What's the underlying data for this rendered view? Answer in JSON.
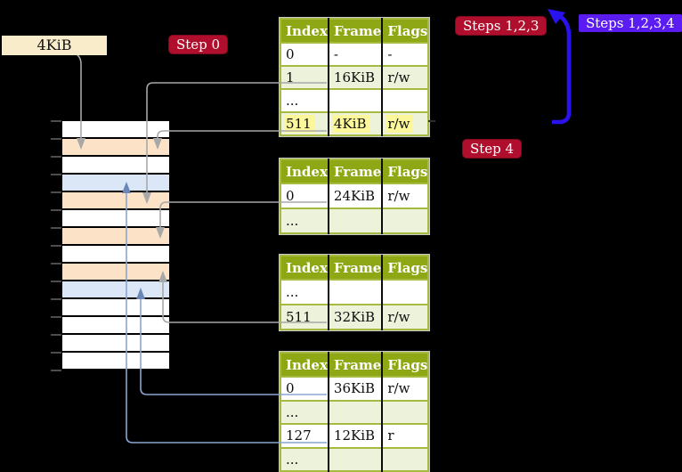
{
  "pointer_label": {
    "text": "4KiB"
  },
  "badges": {
    "step0": "Step 0",
    "steps123": "Steps 1,2,3",
    "steps1234": "Steps 1,2,3,4",
    "step4": "Step 4"
  },
  "colors": {
    "badge_red": "#b00e2d",
    "badge_violet": "#5b1cf2",
    "arrow_blue": "#2a12ee",
    "connector_gray": "#a8a8a8",
    "connector_blue": "#8aa5cf",
    "connector_blue_head": "#6a87b5",
    "table_header_bg": "#8ea714",
    "table_border": "#a5ba3e",
    "row_shade": "#edf2da",
    "highlight_yellow": "#fcf79b",
    "frame_page_table": "#fce3c7",
    "frame_mapped_page": "#dbe6f6",
    "frame_free": "#ffffff",
    "pointer_label_bg": "#f9ecca"
  },
  "memory_column": {
    "row_types": [
      "free",
      "page_table",
      "free",
      "mapped_page",
      "page_table",
      "free",
      "page_table",
      "free",
      "page_table",
      "mapped_page",
      "free",
      "free",
      "free",
      "free"
    ]
  },
  "tables": [
    {
      "headers": [
        "Index",
        "Frame",
        "Flags"
      ],
      "rows": [
        {
          "cells": [
            "0",
            "-",
            "-"
          ]
        },
        {
          "cells": [
            "1",
            "16KiB",
            "r/w"
          ]
        },
        {
          "cells": [
            "...",
            "",
            ""
          ]
        },
        {
          "cells": [
            "511",
            "4KiB",
            "r/w"
          ],
          "highlight": true
        }
      ]
    },
    {
      "headers": [
        "Index",
        "Frame",
        "Flags"
      ],
      "rows": [
        {
          "cells": [
            "0",
            "24KiB",
            "r/w"
          ]
        },
        {
          "cells": [
            "...",
            "",
            ""
          ]
        }
      ]
    },
    {
      "headers": [
        "Index",
        "Frame",
        "Flags"
      ],
      "rows": [
        {
          "cells": [
            "...",
            "",
            ""
          ]
        },
        {
          "cells": [
            "511",
            "32KiB",
            "r/w"
          ]
        }
      ]
    },
    {
      "headers": [
        "Index",
        "Frame",
        "Flags"
      ],
      "rows": [
        {
          "cells": [
            "0",
            "36KiB",
            "r/w"
          ]
        },
        {
          "cells": [
            "...",
            "",
            ""
          ]
        },
        {
          "cells": [
            "127",
            "12KiB",
            "r"
          ]
        },
        {
          "cells": [
            "...",
            "",
            ""
          ]
        }
      ]
    }
  ]
}
